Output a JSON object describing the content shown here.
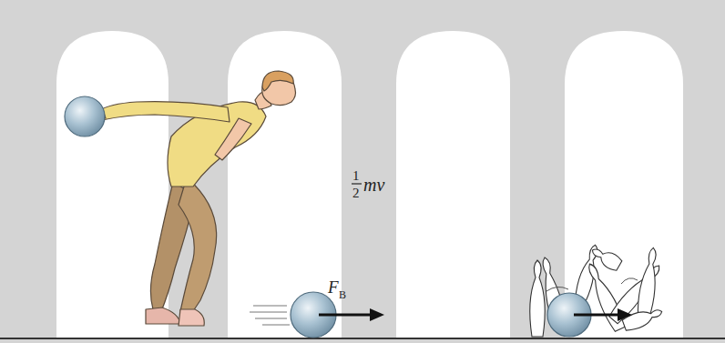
{
  "diagram": {
    "labels": [
      "1",
      "2",
      "mv",
      "F",
      "B"
    ]
  }
}
